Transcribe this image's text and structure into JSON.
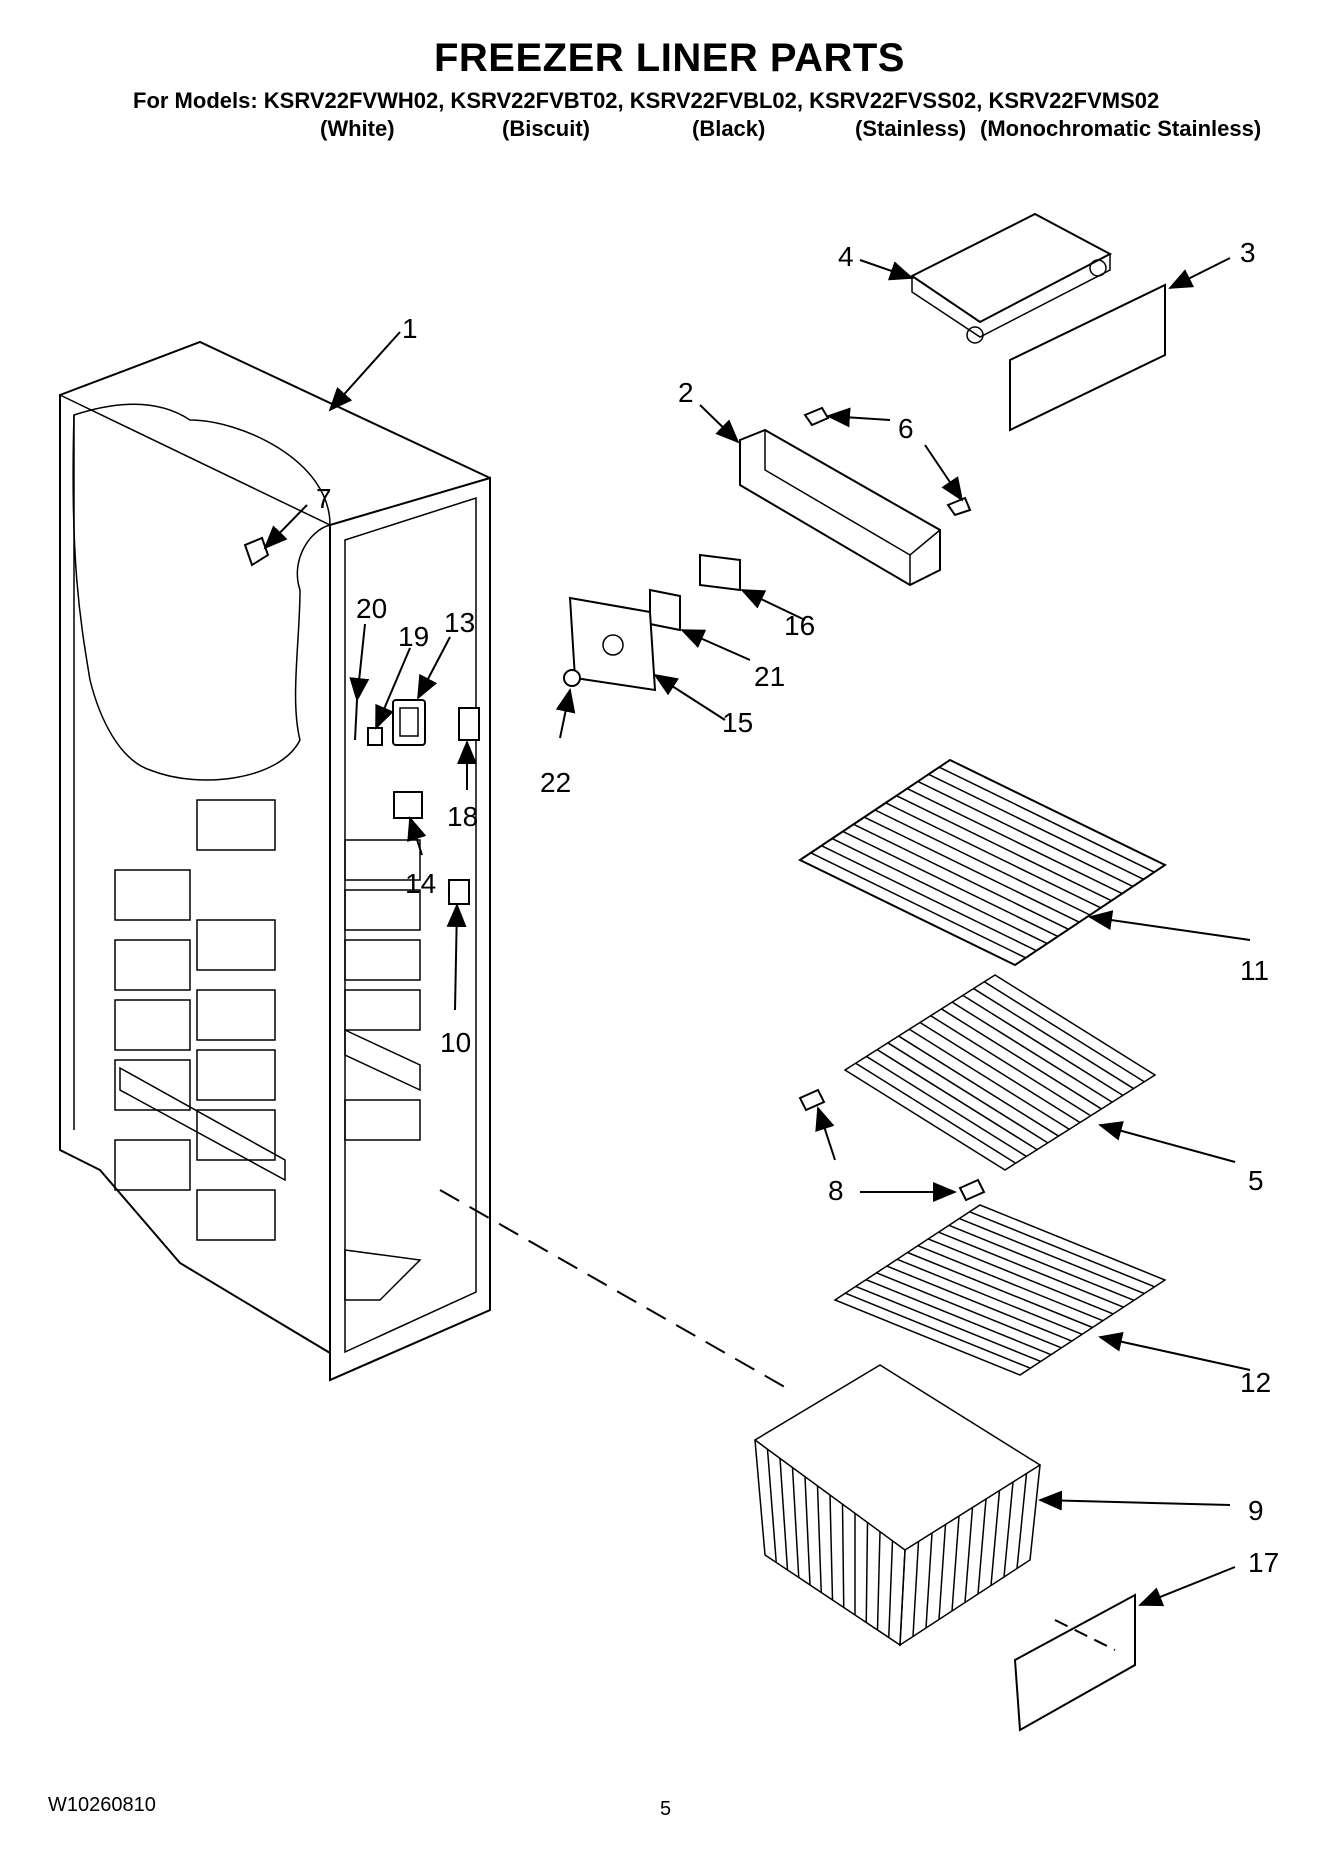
{
  "header": {
    "title": "FREEZER LINER PARTS",
    "models_line": "For Models: KSRV22FVWH02, KSRV22FVBT02, KSRV22FVBL02, KSRV22FVSS02, KSRV22FVMS02",
    "variants": [
      "(White)",
      "(Biscuit)",
      "(Black)",
      "(Stainless)",
      "(Monochromatic Stainless)"
    ]
  },
  "callouts": {
    "c1": "1",
    "c2": "2",
    "c3": "3",
    "c4": "4",
    "c5": "5",
    "c6": "6",
    "c7": "7",
    "c8": "8",
    "c9": "9",
    "c10": "10",
    "c11": "11",
    "c12": "12",
    "c13": "13",
    "c14": "14",
    "c15": "15",
    "c16": "16",
    "c17": "17",
    "c18": "18",
    "c19": "19",
    "c20": "20",
    "c21": "21",
    "c22": "22"
  },
  "footer": {
    "doc_number": "W10260810",
    "page_number": "5"
  }
}
